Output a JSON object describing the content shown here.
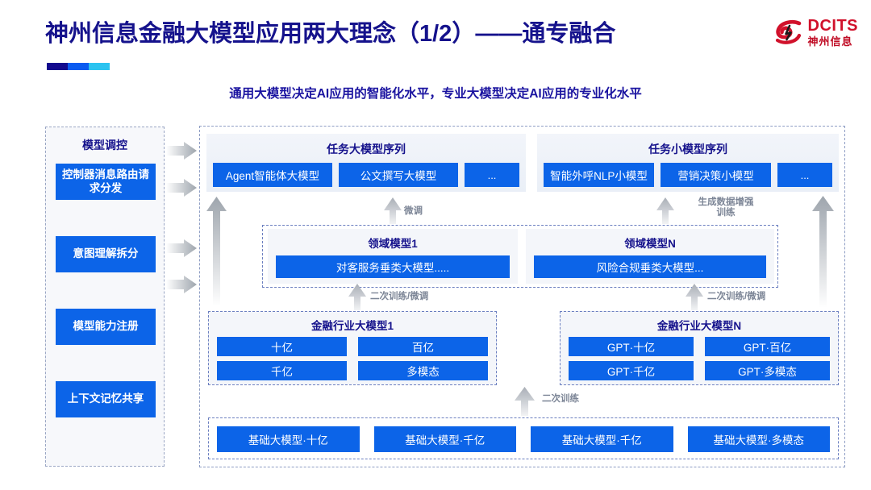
{
  "header": {
    "title": "神州信息金融大模型应用两大理念（1/2）——通专融合",
    "subtitle": "通用大模型决定AI应用的智能化水平，专业大模型决定AI应用的专业化水平",
    "logo_en": "DCITS",
    "logo_cn": "神州信息"
  },
  "left_panel": {
    "title": "模型调控",
    "items": [
      "控制器消息路由请求分发",
      "意图理解拆分",
      "模型能力注册",
      "上下文记忆共享"
    ]
  },
  "task_sequences": [
    {
      "title": "任务大模型序列",
      "chips": [
        "Agent智能体大模型",
        "公文撰写大模型",
        "..."
      ]
    },
    {
      "title": "任务小模型序列",
      "chips": [
        "智能外呼NLP小模型",
        "营销决策小模型",
        "..."
      ]
    }
  ],
  "domain_models": [
    {
      "title": "领域模型1",
      "chip": "对客服务垂类大模型....."
    },
    {
      "title": "领域模型N",
      "chip": "风险合规垂类大模型..."
    }
  ],
  "industry_models": [
    {
      "title": "金融行业大模型1",
      "cells": [
        "十亿",
        "百亿",
        "千亿",
        "多模态"
      ]
    },
    {
      "title": "金融行业大模型N",
      "cells": [
        "GPT·十亿",
        "GPT·百亿",
        "GPT·千亿",
        "GPT·多模态"
      ]
    }
  ],
  "foundation_models": [
    "基础大模型·十亿",
    "基础大模型·千亿",
    "基础大模型·千亿",
    "基础大模型·多模态"
  ],
  "arrow_labels": {
    "finetune": "微调",
    "data_aug": "生成数据增强\n训练",
    "data_aug_line1": "生成数据增强",
    "data_aug_line2": "训练",
    "retrain_finetune_left": "二次训练/微调",
    "retrain_finetune_right": "二次训练/微调",
    "retrain": "二次训练"
  },
  "colors": {
    "brand_blue": "#0c64e8",
    "title_navy": "#15128c",
    "logo_red": "#d1112b",
    "arrow_gray": "#b9bec6"
  }
}
